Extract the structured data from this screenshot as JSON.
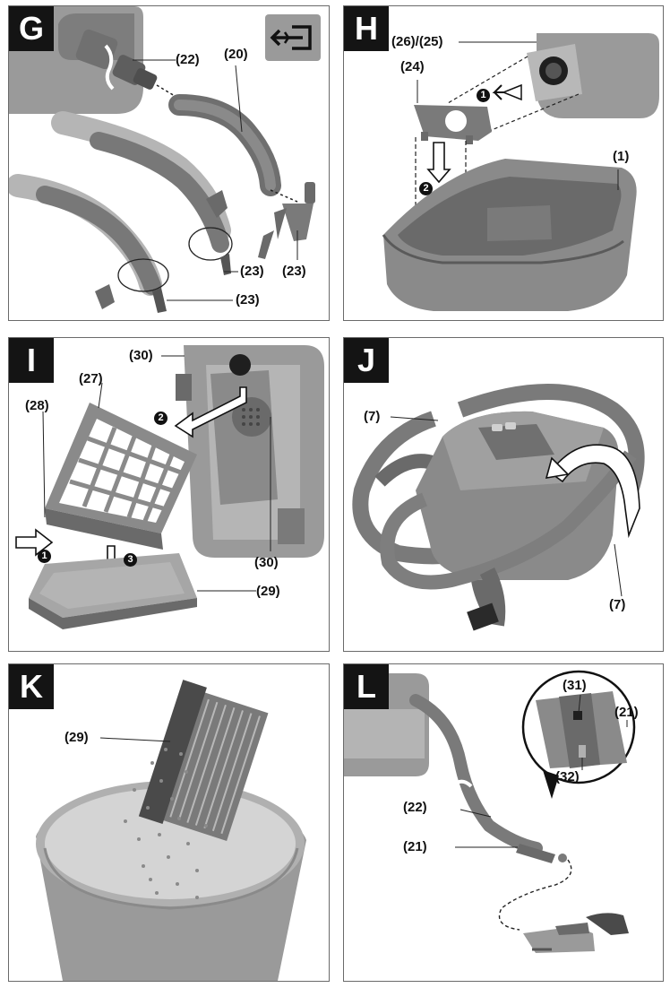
{
  "panels": {
    "G": {
      "letter": "G",
      "labels": [
        "(22)",
        "(20)",
        "(23)",
        "(23)",
        "(23)"
      ],
      "icon": "hose-connect-icon"
    },
    "H": {
      "letter": "H",
      "labels": [
        "(26)/(25)",
        "(24)",
        "(1)"
      ],
      "steps": [
        "1",
        "2"
      ]
    },
    "I": {
      "letter": "I",
      "labels": [
        "(30)",
        "(27)",
        "(28)",
        "(30)",
        "(29)"
      ],
      "steps": [
        "2",
        "1",
        "3"
      ]
    },
    "J": {
      "letter": "J",
      "labels": [
        "(7)",
        "(7)"
      ]
    },
    "K": {
      "letter": "K",
      "labels": [
        "(29)"
      ]
    },
    "L": {
      "letter": "L",
      "labels": [
        "(31)",
        "(21)",
        "(32)",
        "(22)",
        "(21)"
      ]
    }
  },
  "colors": {
    "device": "#8e8e8e",
    "device_dark": "#6b6b6b",
    "device_light": "#b4b4b4",
    "badge": "#141414"
  }
}
